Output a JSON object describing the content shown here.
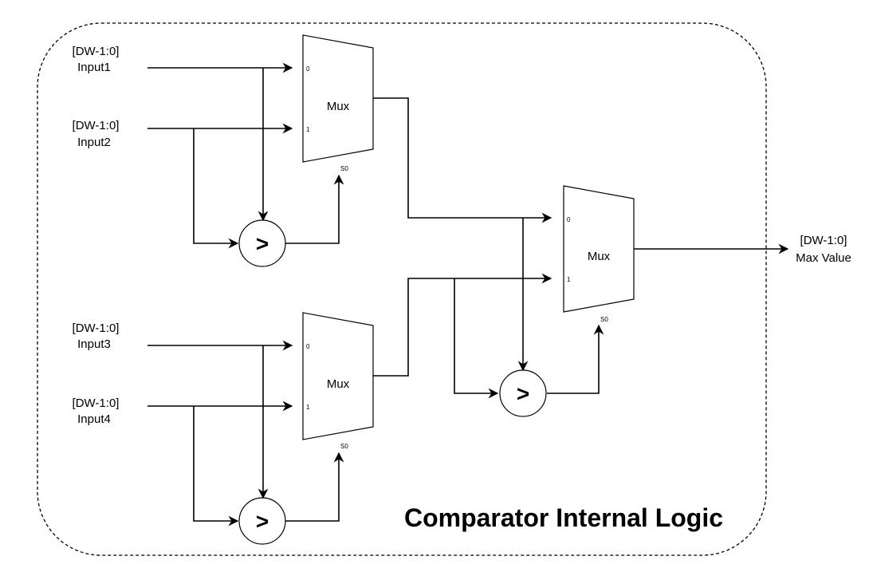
{
  "title": "Comparator Internal Logic",
  "inputs": [
    {
      "range": "[DW-1:0]",
      "name": "Input1"
    },
    {
      "range": "[DW-1:0]",
      "name": "Input2"
    },
    {
      "range": "[DW-1:0]",
      "name": "Input3"
    },
    {
      "range": "[DW-1:0]",
      "name": "Input4"
    }
  ],
  "output": {
    "range": "[DW-1:0]",
    "name": "Max Value"
  },
  "muxes": [
    {
      "label": "Mux",
      "port0": "0",
      "port1": "1",
      "select": "S0"
    },
    {
      "label": "Mux",
      "port0": "0",
      "port1": "1",
      "select": "S0"
    },
    {
      "label": "Mux",
      "port0": "0",
      "port1": "1",
      "select": "S0"
    }
  ],
  "comparators": [
    {
      "symbol": ">"
    },
    {
      "symbol": ">"
    },
    {
      "symbol": ">"
    }
  ]
}
